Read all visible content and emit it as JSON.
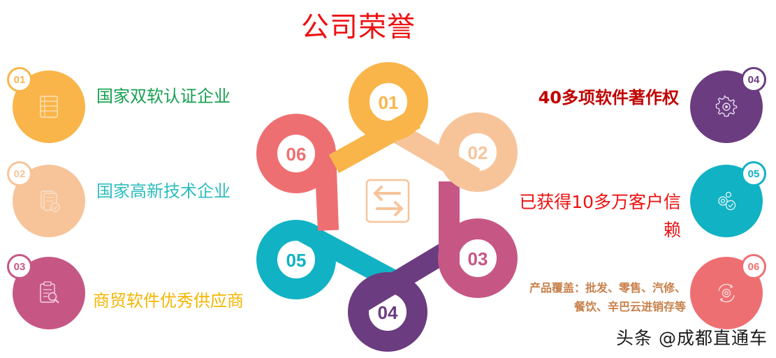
{
  "title": "公司荣誉",
  "colors": {
    "c01": "#f9b54a",
    "c02": "#f7c49a",
    "c03": "#c65785",
    "c04": "#6b3c80",
    "c05": "#11b2c3",
    "c06": "#ee6f72",
    "title": "#ee1111"
  },
  "left_items": [
    {
      "num": "01",
      "text": "国家双软认证企业",
      "text_color": "#16a050",
      "icon": "checklist-icon"
    },
    {
      "num": "02",
      "text": "国家高新技术企业",
      "text_color": "#2fbdbf",
      "icon": "certified-document-icon"
    },
    {
      "num": "03",
      "text": "商贸软件优秀供应商",
      "text_color": "#f5b500",
      "icon": "clipboard-search-icon"
    }
  ],
  "right_items": [
    {
      "num": "04",
      "text": "40多项软件著作权",
      "text_color": "#c00000",
      "icon": "gear-icon"
    },
    {
      "num": "05",
      "text_line1": "已获得10多万客户信",
      "text_line2": "赖",
      "text_color": "#ee1111",
      "icon": "gears-check-icon"
    },
    {
      "num": "06",
      "text_line1": "产品覆盖：批发、零售、汽修、",
      "text_line2": "餐饮、辛巴云进销存等",
      "text_color": "#c8804a",
      "icon": "gear-cycle-icon"
    }
  ],
  "hex_loops": [
    {
      "num": "01"
    },
    {
      "num": "02"
    },
    {
      "num": "03"
    },
    {
      "num": "04"
    },
    {
      "num": "05"
    },
    {
      "num": "06"
    }
  ],
  "center_icon": "swap-arrows-icon",
  "watermark": "头条 @成都直通车"
}
